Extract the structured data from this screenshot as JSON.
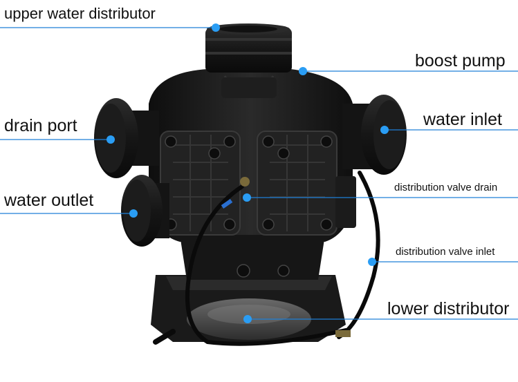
{
  "labels": {
    "upper_water_distributor": "upper water distributor",
    "boost_pump": "boost pump",
    "drain_port": "drain port",
    "water_inlet": "water inlet",
    "water_outlet": "water outlet",
    "distribution_valve_drain": "distribution valve drain",
    "distribution_valve_inlet": "distribution valve inlet",
    "lower_distributor": "lower distributor"
  },
  "colors": {
    "leader_line": "#1e7fd8",
    "marker_dot": "#2a9df4",
    "body_plastic": "#1c1c1c",
    "background": "#ffffff"
  }
}
